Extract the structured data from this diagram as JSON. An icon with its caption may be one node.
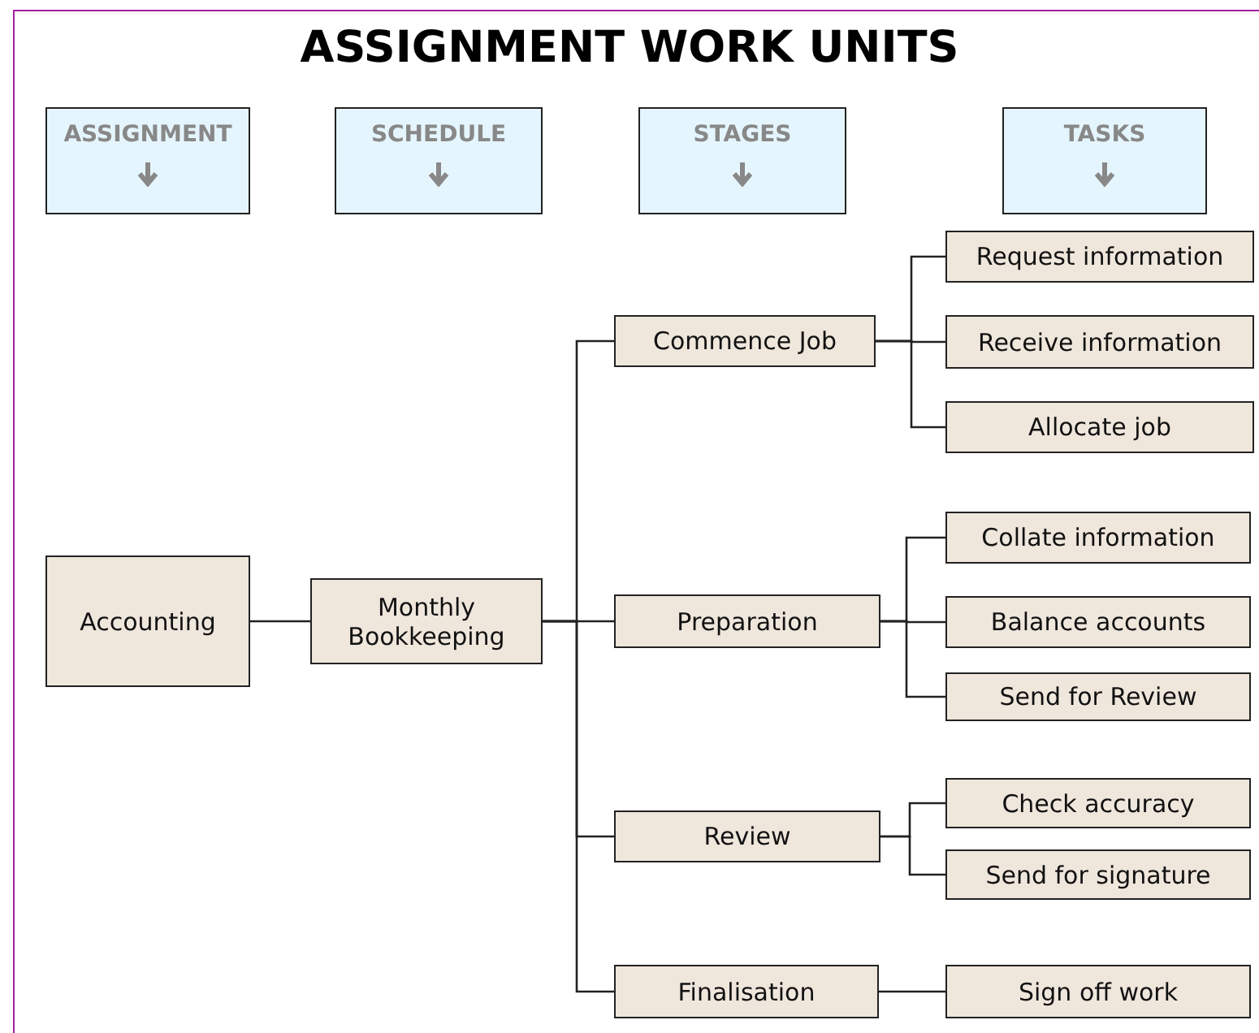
{
  "diagram": {
    "title": "ASSIGNMENT WORK UNITS",
    "nodes": [
      {
        "text": [
          "ASSIGNMENT"
        ]
      },
      {
        "text": [
          "SCHEDULE"
        ]
      },
      {
        "text": [
          "STAGES"
        ]
      },
      {
        "text": [
          "TASKS"
        ]
      },
      {
        "text": [
          "Accounting"
        ]
      },
      {
        "text": [
          "Monthly Bookkeeping"
        ]
      },
      {
        "text": [
          "Commence Job"
        ]
      },
      {
        "text": [
          "Request information"
        ]
      },
      {
        "text": [
          "Receive information"
        ]
      },
      {
        "text": [
          "Allocate job"
        ]
      },
      {
        "text": [
          "Preparation"
        ]
      },
      {
        "text": [
          "Collate information"
        ]
      },
      {
        "text": [
          "Balance accounts"
        ]
      },
      {
        "text": [
          "Send for Review"
        ]
      },
      {
        "text": [
          "Review"
        ]
      },
      {
        "text": [
          "Check accuracy"
        ]
      },
      {
        "text": [
          "Send for signature"
        ]
      },
      {
        "text": [
          "Finalisation"
        ]
      },
      {
        "text": [
          "Sign off work"
        ]
      }
    ],
    "edges": [
      {
        "from": 4,
        "to": 5,
        "arrow": "none"
      },
      {
        "from": 5,
        "to": 6,
        "arrow": "none"
      },
      {
        "from": 5,
        "to": 10,
        "arrow": "none"
      },
      {
        "from": 5,
        "to": 14,
        "arrow": "none"
      },
      {
        "from": 5,
        "to": 17,
        "arrow": "none"
      },
      {
        "from": 6,
        "to": 7,
        "arrow": "none"
      },
      {
        "from": 6,
        "to": 8,
        "arrow": "none"
      },
      {
        "from": 6,
        "to": 9,
        "arrow": "none"
      },
      {
        "from": 10,
        "to": 11,
        "arrow": "none"
      },
      {
        "from": 10,
        "to": 12,
        "arrow": "none"
      },
      {
        "from": 10,
        "to": 13,
        "arrow": "none"
      },
      {
        "from": 14,
        "to": 15,
        "arrow": "none"
      },
      {
        "from": 14,
        "to": 16,
        "arrow": "none"
      },
      {
        "from": 17,
        "to": 18,
        "arrow": "none"
      }
    ]
  }
}
